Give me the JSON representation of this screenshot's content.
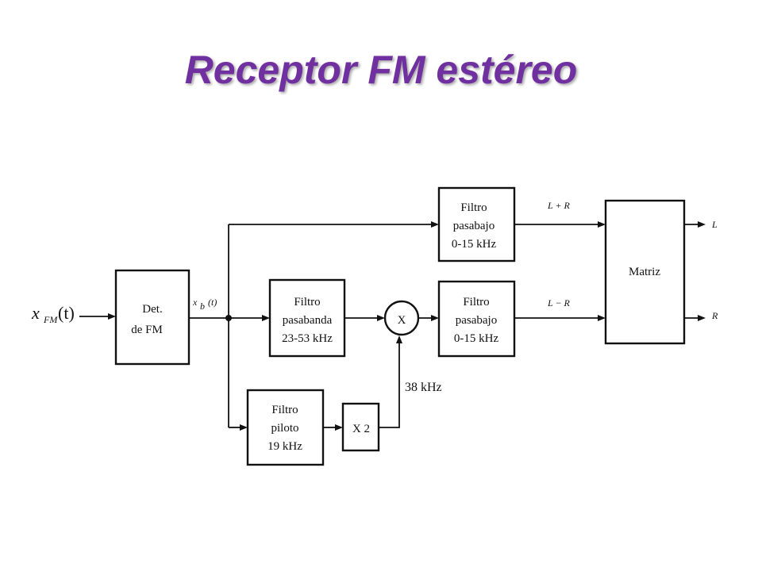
{
  "title": "Receptor FM estéreo",
  "diagram": {
    "input": {
      "main": "x",
      "sub": "FM",
      "paren": "(t)"
    },
    "detector": {
      "line1": "Det.",
      "line2": "de FM"
    },
    "baseband": {
      "main": "x",
      "sub": "b",
      "paren": "(t)"
    },
    "lpf_top": {
      "line1": "Filtro",
      "line2": "pasabajo",
      "line3": "0-15 kHz"
    },
    "bpf": {
      "line1": "Filtro",
      "line2": "pasabanda",
      "line3": "23-53 kHz"
    },
    "lpf_mid": {
      "line1": "Filtro",
      "line2": "pasabajo",
      "line3": "0-15 kHz"
    },
    "pilot": {
      "line1": "Filtro",
      "line2": "piloto",
      "line3": "19 kHz"
    },
    "doubler": {
      "label": "X 2"
    },
    "mixer": {
      "label": "X"
    },
    "carrier_label": "38 kHz",
    "matrix": {
      "label": "Matriz"
    },
    "sum_label": "L + R",
    "diff_label": "L − R",
    "out_left": "L",
    "out_right": "R"
  },
  "colors": {
    "title": "#7030a0",
    "lines": "#111111",
    "background": "#ffffff"
  }
}
